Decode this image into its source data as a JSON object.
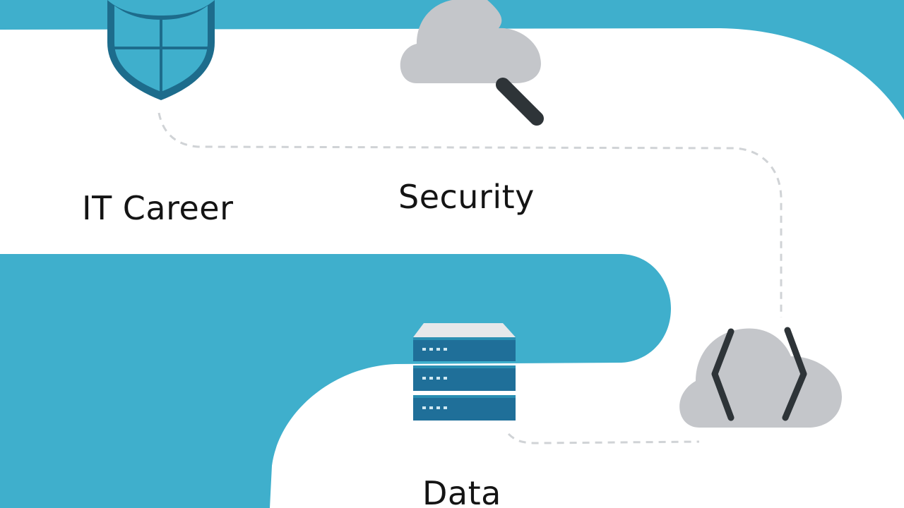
{
  "labels": {
    "it_career": "IT Career",
    "security": "Security",
    "data": "Data"
  },
  "icons": {
    "shield": "shield-icon",
    "cloud_search": "cloud-search-icon",
    "server": "server-icon",
    "cloud_code": "cloud-code-icon"
  },
  "colors": {
    "band": "#3fafcc",
    "shield": "#2a8fb2",
    "shield_outline": "#1d6c8c",
    "cloud": "#c4c6ca",
    "dark": "#2e3438",
    "server_blue": "#1f6f99",
    "path_dash": "#d0d3d6"
  }
}
